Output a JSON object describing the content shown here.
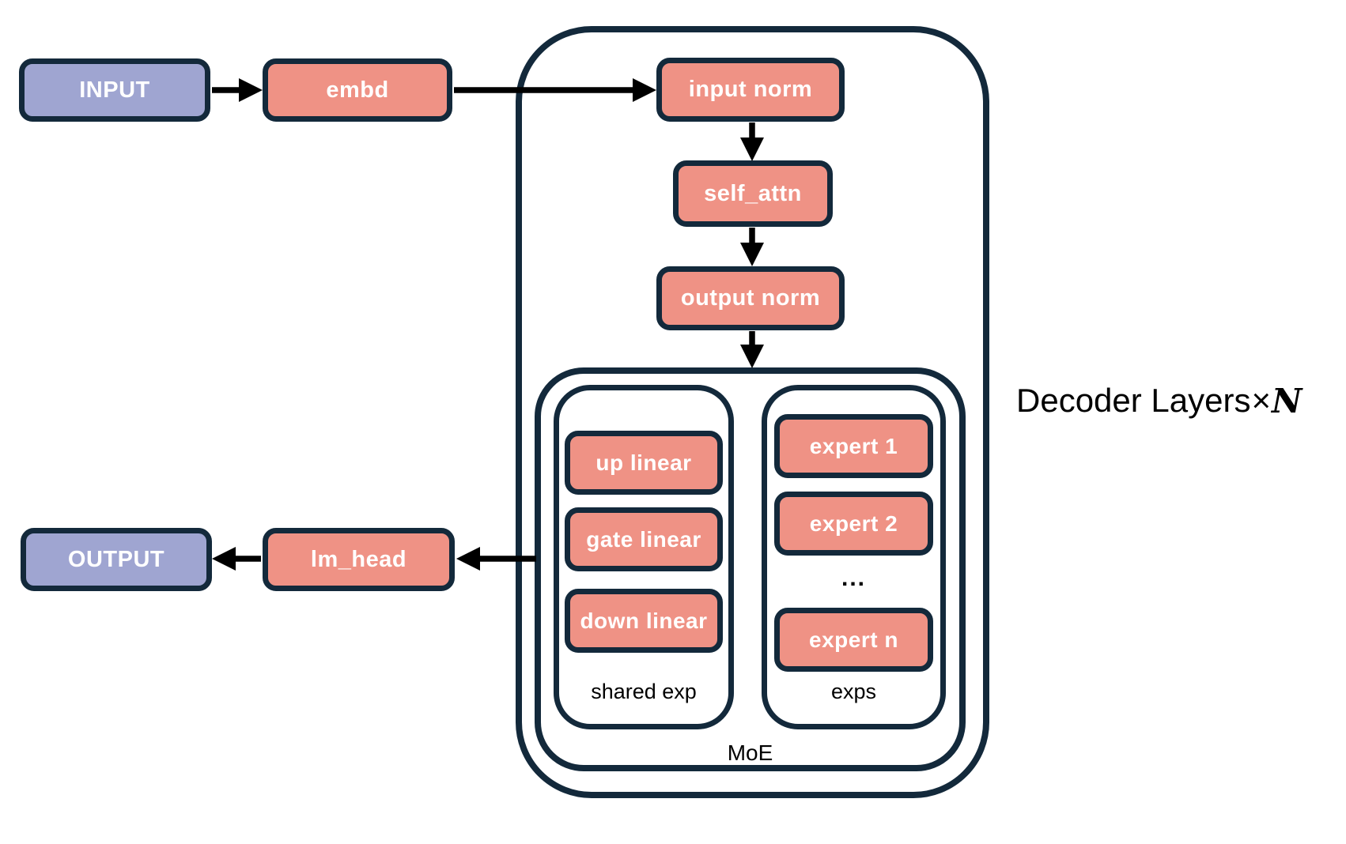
{
  "diagram": {
    "kind": "MoE decoder-layer architecture flow diagram",
    "nodes": {
      "input": {
        "label": "INPUT"
      },
      "embd": {
        "label": "embd"
      },
      "input_norm": {
        "label": "input norm"
      },
      "self_attn": {
        "label": "self_attn"
      },
      "output_norm": {
        "label": "output norm"
      },
      "up_linear": {
        "label": "up linear"
      },
      "gate_linear": {
        "label": "gate linear"
      },
      "down_linear": {
        "label": "down linear"
      },
      "expert_1": {
        "label": "expert 1"
      },
      "expert_2": {
        "label": "expert 2"
      },
      "expert_n": {
        "label": "expert n"
      },
      "lm_head": {
        "label": "lm_head"
      },
      "output": {
        "label": "OUTPUT"
      }
    },
    "group_labels": {
      "shared_exp": "shared exp",
      "exps": "exps",
      "moe": "MoE",
      "ellipsis": "..."
    },
    "annotation": {
      "text": "Decoder Layers",
      "times": "×",
      "n": "N"
    },
    "colors": {
      "io_fill": "#9fa5d1",
      "block_fill": "#ef9285",
      "outline": "#13293b",
      "arrow": "#000000",
      "label_light": "#ffffff",
      "label_dark": "#000000",
      "background": "#ffffff"
    }
  }
}
